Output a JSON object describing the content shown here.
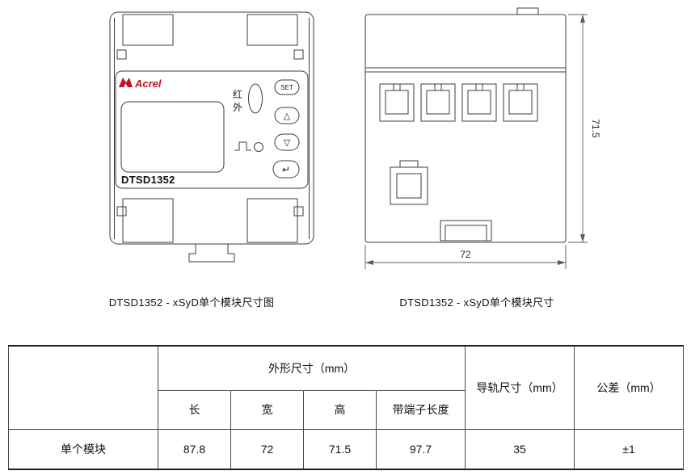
{
  "front_view": {
    "brand": "Acrel",
    "model": "DTSD1352",
    "infrared_chars": [
      "红",
      "外"
    ],
    "buttons": {
      "set": "SET",
      "up": "△",
      "down": "▽",
      "enter": "↵"
    }
  },
  "side_view": {
    "height_dim": "71.5",
    "width_dim": "72"
  },
  "captions": {
    "left": "DTSD1352 - xSyD单个模块尺寸图",
    "right": "DTSD1352 - xSyD单个模块尺寸"
  },
  "table": {
    "group_header": "外形尺寸（mm）",
    "rail_header": "导轨尺寸（mm）",
    "tolerance_header": "公差（mm）",
    "sub_headers": [
      "长",
      "宽",
      "高",
      "带端子长度"
    ],
    "rows": [
      {
        "label": "单个模块",
        "length": "87.8",
        "width": "72",
        "height": "71.5",
        "with_terminals": "97.7",
        "rail": "35",
        "tolerance": "±1"
      }
    ]
  },
  "colors": {
    "brand_red": "#c41220",
    "line": "#3d3d3d"
  }
}
